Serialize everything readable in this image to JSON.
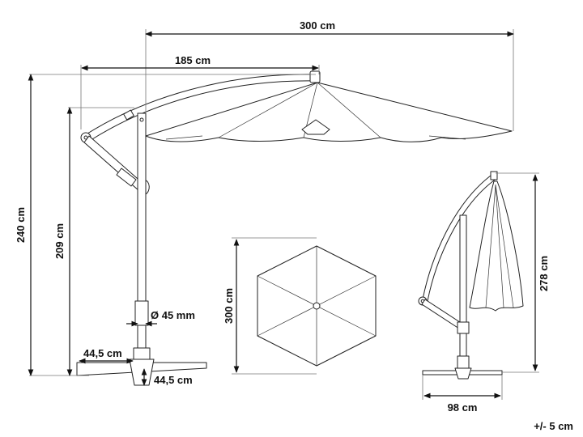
{
  "dimensions": {
    "total_width": "300 cm",
    "arm_reach": "185 cm",
    "total_height": "240 cm",
    "clearance_height": "209 cm",
    "pole_diameter": "Ø 45 mm",
    "base_depth": "44,5 cm",
    "base_width": "44,5 cm",
    "canopy_diameter": "300 cm",
    "closed_height": "278 cm",
    "closed_base_width": "98 cm"
  },
  "tolerance": "+/- 5 cm"
}
